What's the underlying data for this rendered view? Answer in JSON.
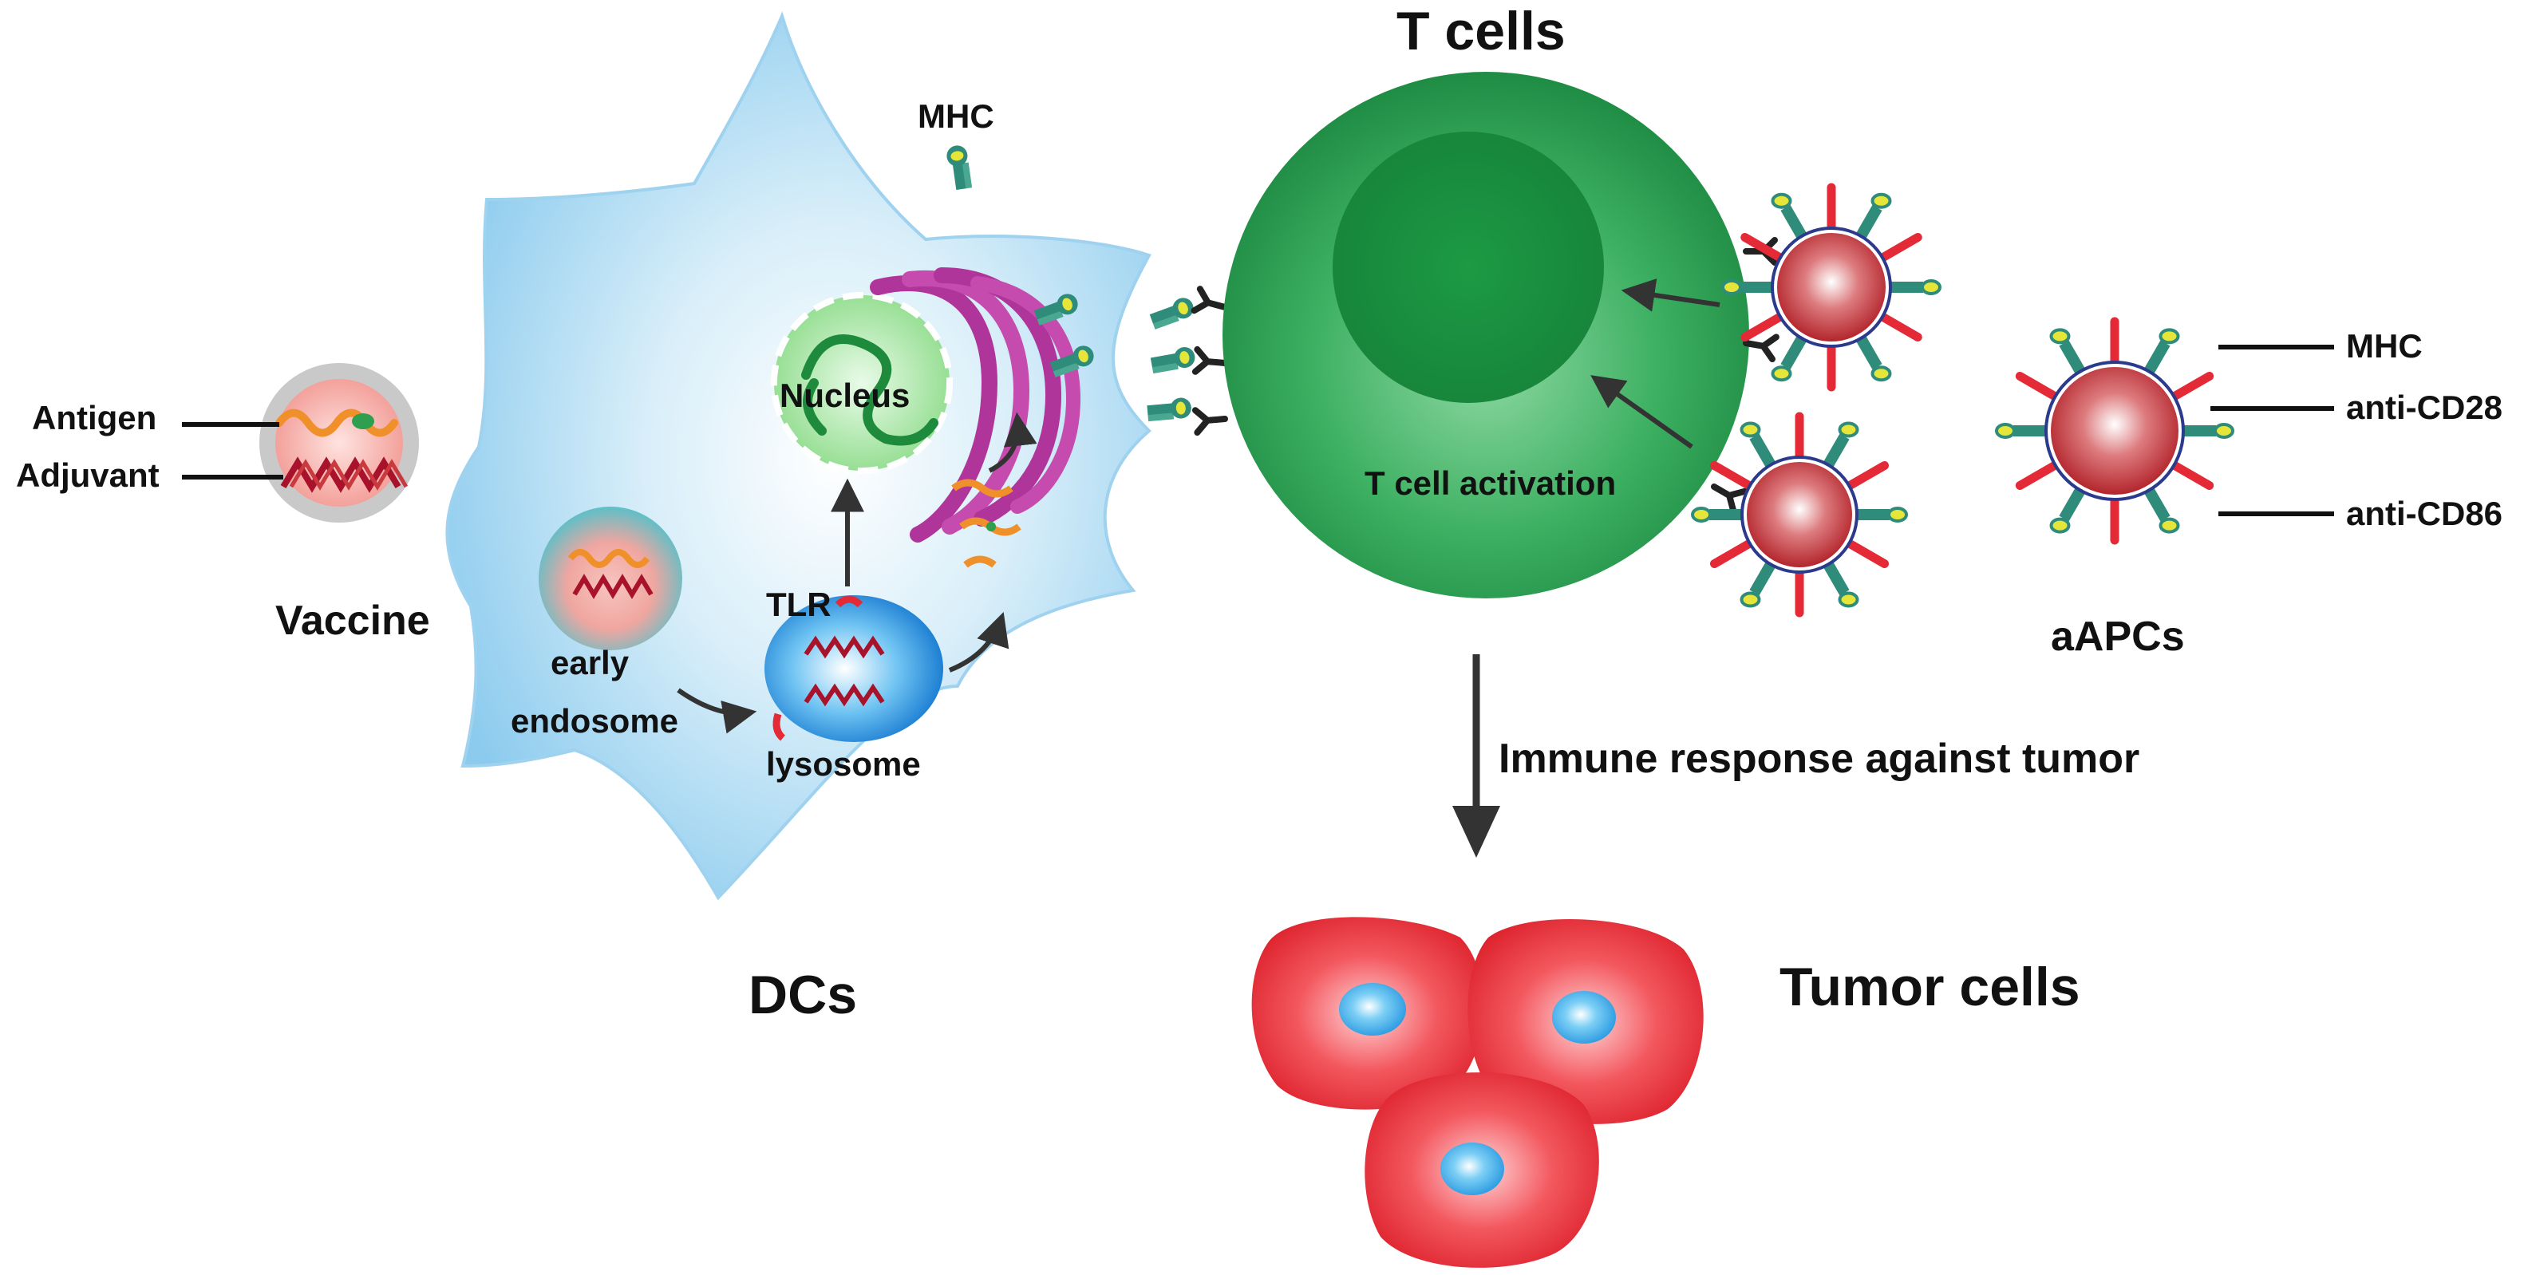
{
  "labels": {
    "t_cells": "T cells",
    "mhc_dc": "MHC",
    "nucleus": "Nucleus",
    "antigen": "Antigen",
    "adjuvant": "Adjuvant",
    "vaccine": "Vaccine",
    "early": "early",
    "endosome": "endosome",
    "tlr": "TLR",
    "lysosome": "lysosome",
    "dcs": "DCs",
    "t_cell_activation": "T cell activation",
    "mhc_aapc": "MHC",
    "anti_cd28": "anti-CD28",
    "anti_cd86": "anti-CD86",
    "aapcs": "aAPCs",
    "immune_response": "Immune response against tumor",
    "tumor_cells": "Tumor cells"
  },
  "colors": {
    "dc_body": "#bfe3f6",
    "dc_edge": "#8ccbee",
    "t_cell_outer": "#2e9e4f",
    "t_cell_inner": "#1d8a3f",
    "tumor": "#e8252f",
    "tumor_nucleus": "#3aa6e8",
    "aapc_core": "#c2363c",
    "aapc_ring": "#2b3a8c",
    "mhc_stalk": "#2f8c7a",
    "mhc_tip": "#e6e63a",
    "anti_cd_bar": "#e32a36",
    "nucleus": "#a9e6a6",
    "er": "#b0359a",
    "lysosome": "#1e84d6",
    "endosome": "#5cc0c8",
    "arrow": "#333333"
  }
}
